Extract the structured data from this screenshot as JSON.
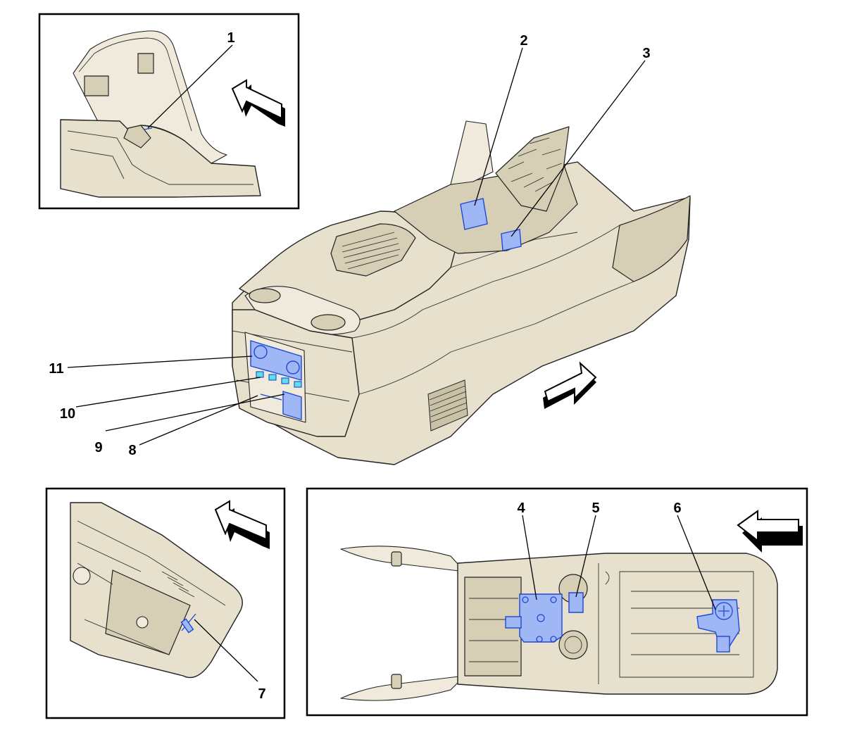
{
  "figure": {
    "callouts": [
      {
        "id": "1",
        "label": "1"
      },
      {
        "id": "2",
        "label": "2"
      },
      {
        "id": "3",
        "label": "3"
      },
      {
        "id": "4",
        "label": "4"
      },
      {
        "id": "5",
        "label": "5"
      },
      {
        "id": "6",
        "label": "6"
      },
      {
        "id": "7",
        "label": "7"
      },
      {
        "id": "8",
        "label": "8"
      },
      {
        "id": "9",
        "label": "9"
      },
      {
        "id": "10",
        "label": "10"
      },
      {
        "id": "11",
        "label": "11"
      }
    ],
    "colors": {
      "part_fill": "#e6e0cc",
      "highlight_fill": "#9fb8f5",
      "highlight_stroke": "#1f47d6",
      "highlight_cyan": "#5ce0e6",
      "outline": "#000000"
    },
    "views": [
      {
        "name": "inset-armrest-lid",
        "icon": "view-direction-arrow-icon"
      },
      {
        "name": "main-console-overview",
        "icon": "view-direction-arrow-icon"
      },
      {
        "name": "inset-rear-underside",
        "icon": "view-direction-arrow-icon"
      },
      {
        "name": "inset-bottom-view",
        "icon": "view-direction-arrow-icon"
      }
    ]
  }
}
